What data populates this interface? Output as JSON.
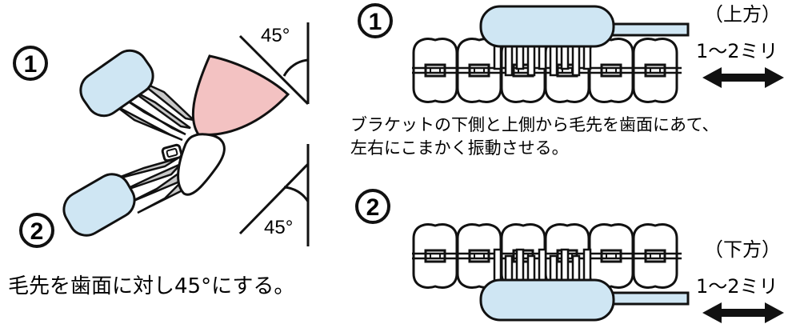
{
  "left_diagram": {
    "marker_1": "1",
    "marker_2": "2",
    "angle_top": "45°",
    "angle_bottom": "45°",
    "caption": "毛先を歯面に対し45°にする。"
  },
  "right_top": {
    "marker": "1",
    "direction": "（上方）",
    "distance": "1～2ミリ"
  },
  "instruction": {
    "line1": "ブラケットの下側と上側から毛先を歯面にあて、",
    "line2": "左右にこまかく振動させる。"
  },
  "right_bottom": {
    "marker": "2",
    "direction": "（下方）",
    "distance": "1～2ミリ"
  },
  "colors": {
    "brush_head": "#cfe6f3",
    "bristles": "#c8c8c8",
    "gum": "#f3c2c2",
    "outline": "#111111"
  }
}
